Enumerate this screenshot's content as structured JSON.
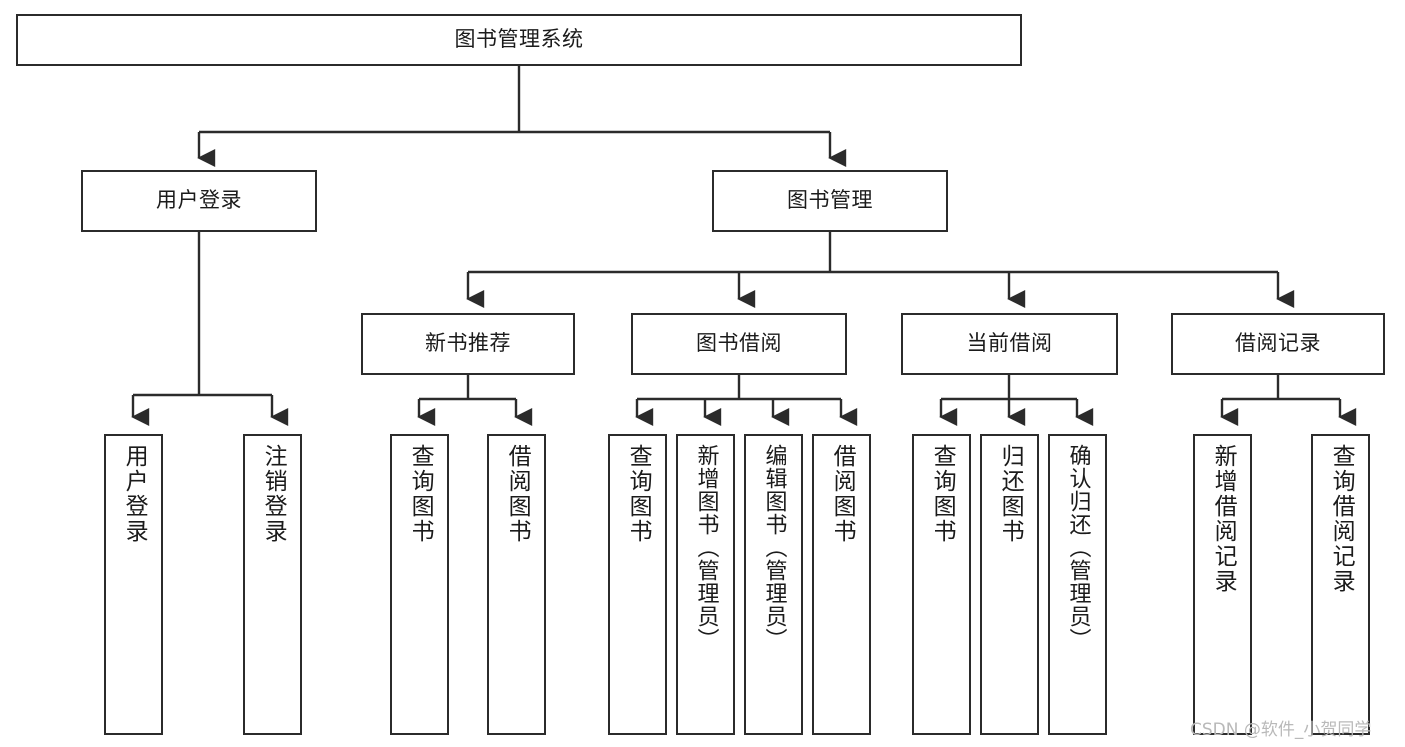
{
  "diagram": {
    "type": "hierarchy-tree",
    "title": "图书管理系统",
    "root": {
      "label": "图书管理系统"
    },
    "level2": [
      {
        "label": "用户登录"
      },
      {
        "label": "图书管理"
      }
    ],
    "level3": [
      {
        "label": "新书推荐"
      },
      {
        "label": "图书借阅"
      },
      {
        "label": "当前借阅"
      },
      {
        "label": "借阅记录"
      }
    ],
    "leaves": {
      "user_login": [
        {
          "label": "用户登录"
        },
        {
          "label": "注销登录"
        }
      ],
      "new_book_recommend": [
        {
          "label": "查询图书"
        },
        {
          "label": "借阅图书"
        }
      ],
      "book_borrow": [
        {
          "label": "查询图书"
        },
        {
          "label": "新增图书（管理员）"
        },
        {
          "label": "编辑图书（管理员）"
        },
        {
          "label": "借阅图书"
        }
      ],
      "current_borrow": [
        {
          "label": "查询图书"
        },
        {
          "label": "归还图书"
        },
        {
          "label": "确认归还（管理员）"
        }
      ],
      "borrow_record": [
        {
          "label": "新增借阅记录"
        },
        {
          "label": "查询借阅记录"
        }
      ]
    }
  },
  "watermark": {
    "text": "CSDN @软件_小贺同学"
  },
  "colors": {
    "stroke": "#2b2b2b",
    "fill": "#ffffff",
    "text": "#1b1b1b",
    "watermark": "#b9b9b9"
  }
}
